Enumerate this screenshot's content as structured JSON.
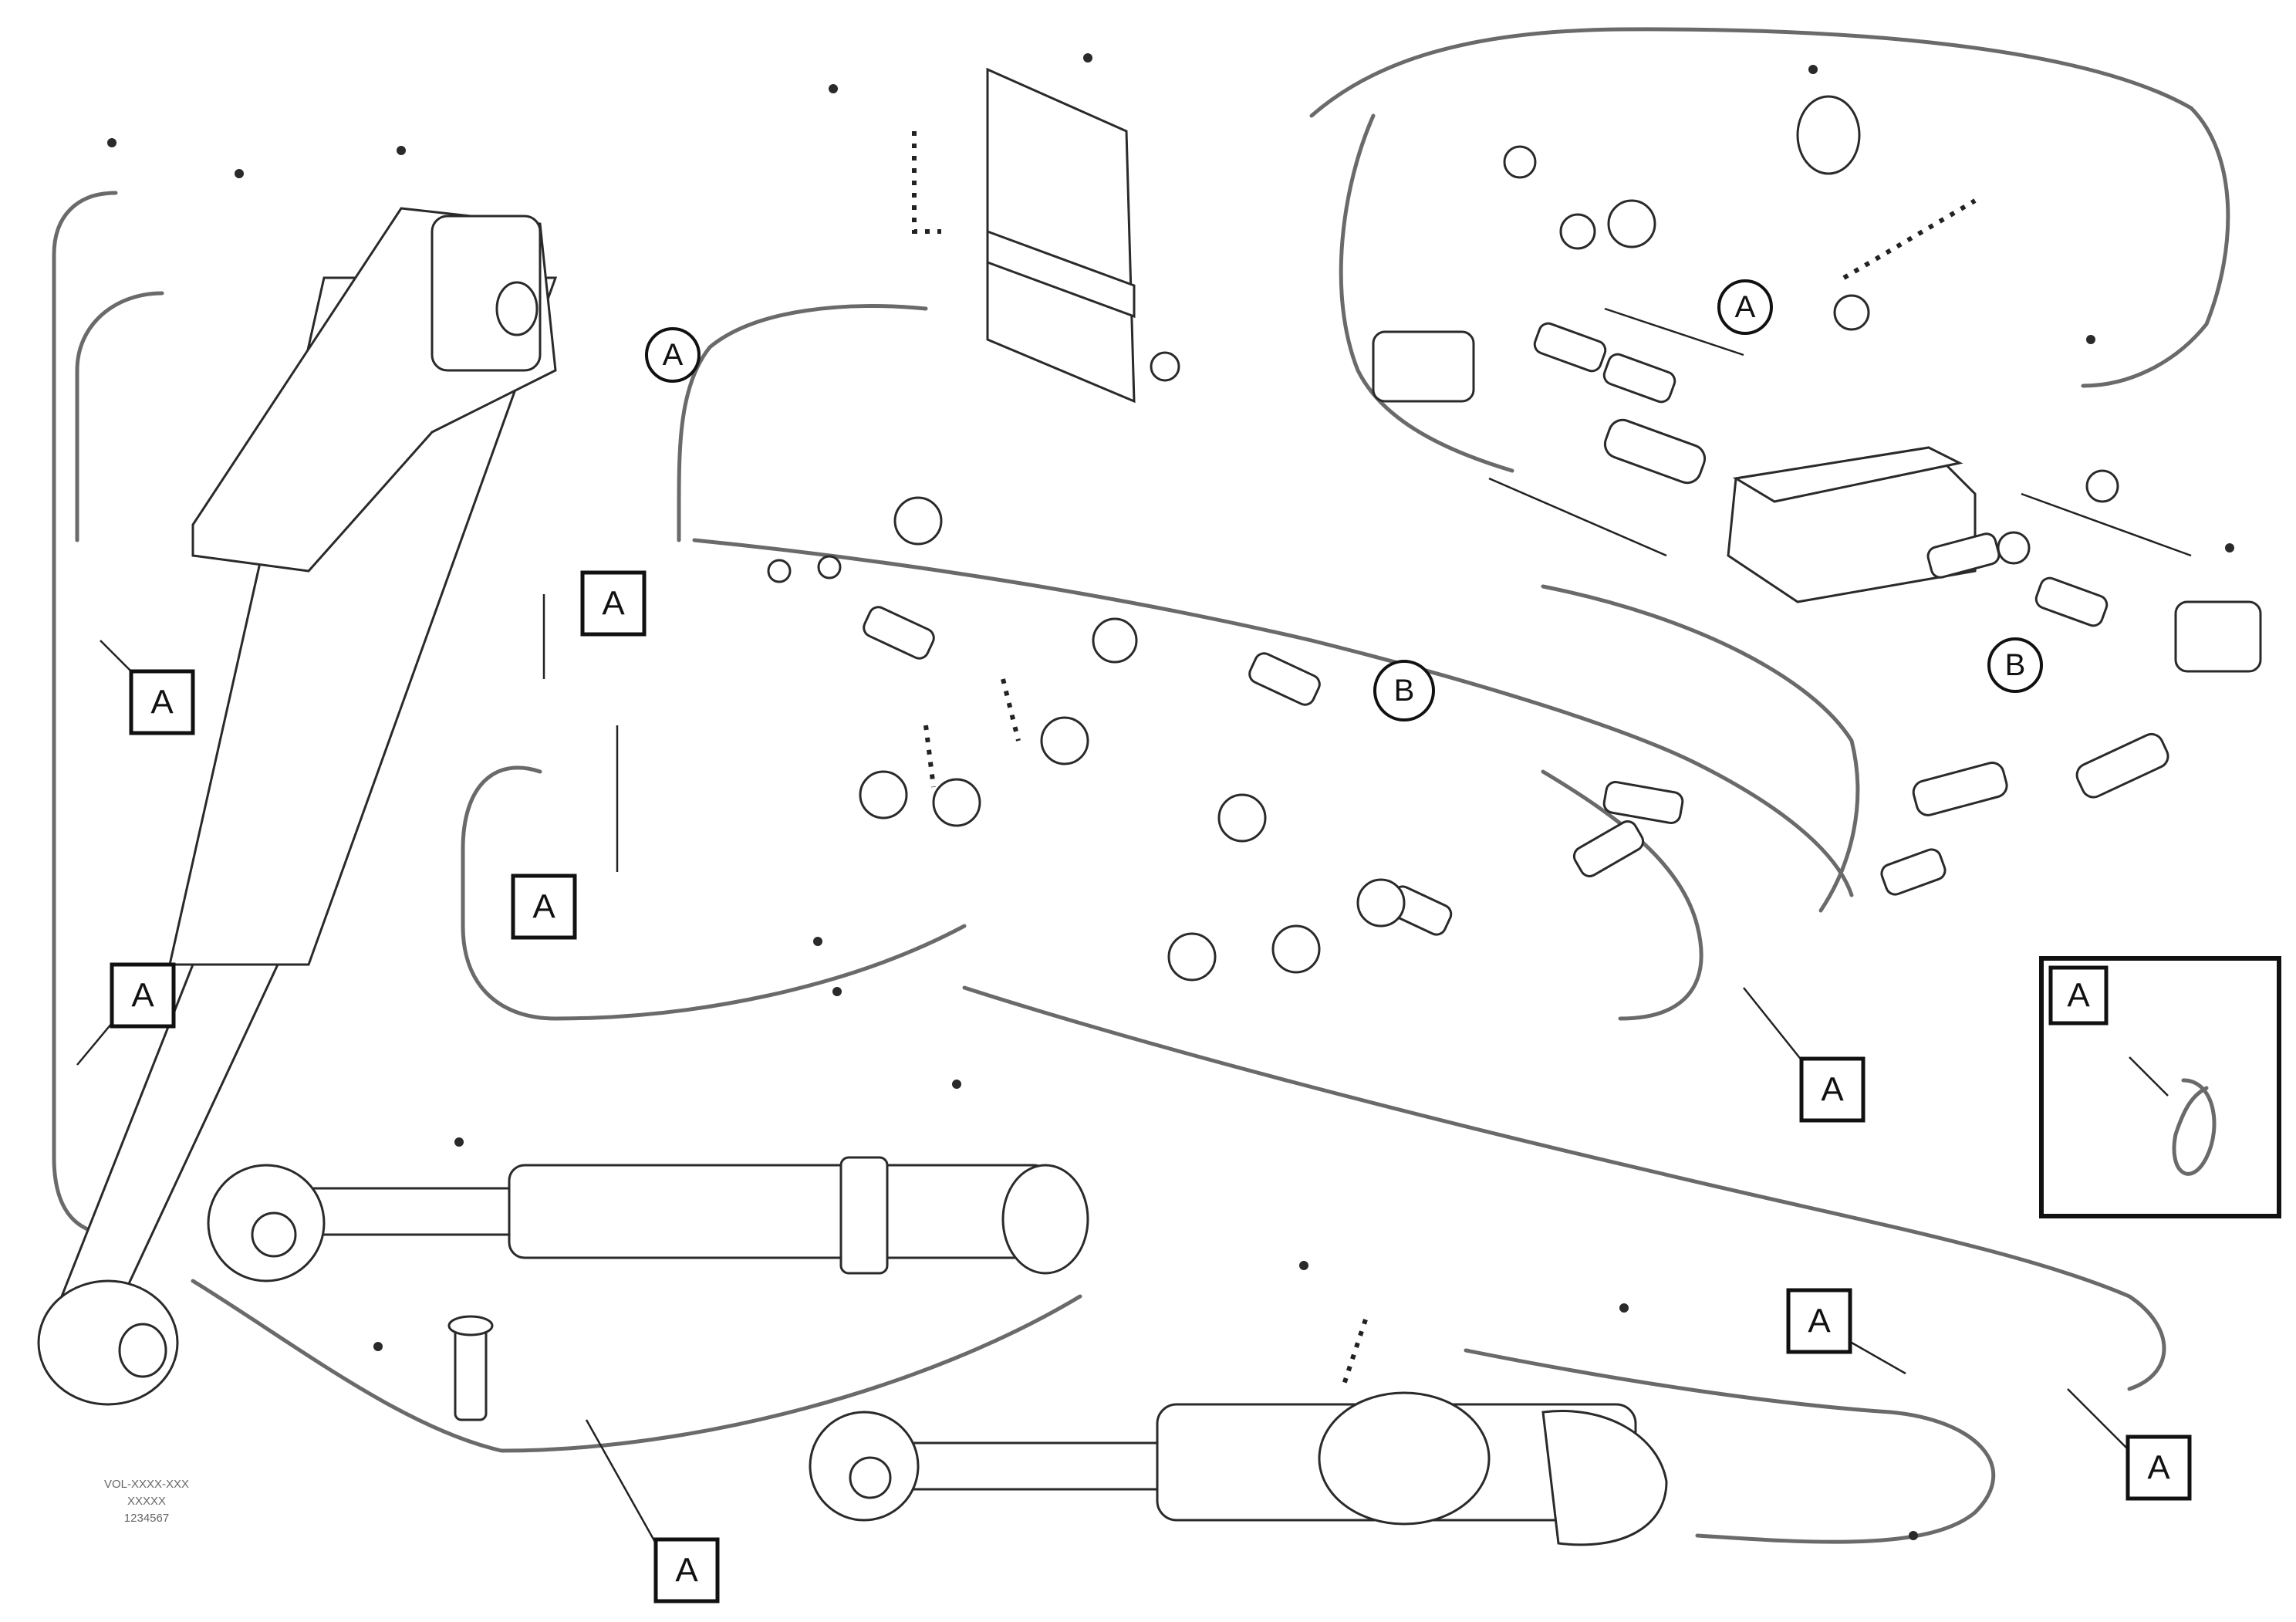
{
  "diagram": {
    "callouts": [
      "A",
      "B"
    ],
    "reference_text": [
      "VOL-XXXX-XXX",
      "XXXXX",
      "1234567"
    ]
  }
}
